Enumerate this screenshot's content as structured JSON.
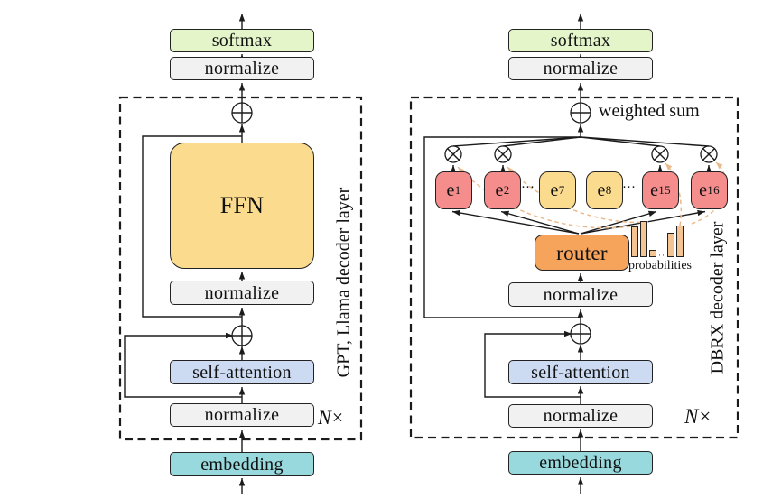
{
  "colors": {
    "line": "#1b1b1b",
    "green": "#e4f5ca",
    "gray": "#f1f1f1",
    "amber": "#fbdb8e",
    "blue": "#ccdaf2",
    "teal": "#97d9dd",
    "red": "#f58d8d",
    "orange": "#f6a45b",
    "bar": "#f5c493",
    "dash-orange": "#eab98b"
  },
  "left": {
    "softmax": "softmax",
    "normalize_top": "normalize",
    "ffn": "FFN",
    "normalize_mid": "normalize",
    "self_attention": "self-attention",
    "normalize_bottom": "normalize",
    "embedding": "embedding",
    "side_label": "GPT, Llama decoder layer",
    "repeat_n": "N",
    "repeat_times": "×"
  },
  "right": {
    "softmax": "softmax",
    "normalize_top": "normalize",
    "weighted_sum_label": "weighted sum",
    "experts": [
      {
        "label": "e",
        "sub": "1",
        "highlighted": true
      },
      {
        "label": "e",
        "sub": "2",
        "highlighted": true
      },
      {
        "label": "e",
        "sub": "7",
        "highlighted": false
      },
      {
        "label": "e",
        "sub": "8",
        "highlighted": false
      },
      {
        "label": "e",
        "sub": "15",
        "highlighted": true
      },
      {
        "label": "e",
        "sub": "16",
        "highlighted": true
      }
    ],
    "experts_dots": "···",
    "router": "router",
    "probabilities_label": "probabilities",
    "probability_bars": [
      34,
      40,
      8,
      27,
      35
    ],
    "bars_dots": "··",
    "normalize_mid": "normalize",
    "self_attention": "self-attention",
    "normalize_bottom": "normalize",
    "embedding": "embedding",
    "side_label": "DBRX decoder layer",
    "repeat_n": "N",
    "repeat_times": "×"
  }
}
